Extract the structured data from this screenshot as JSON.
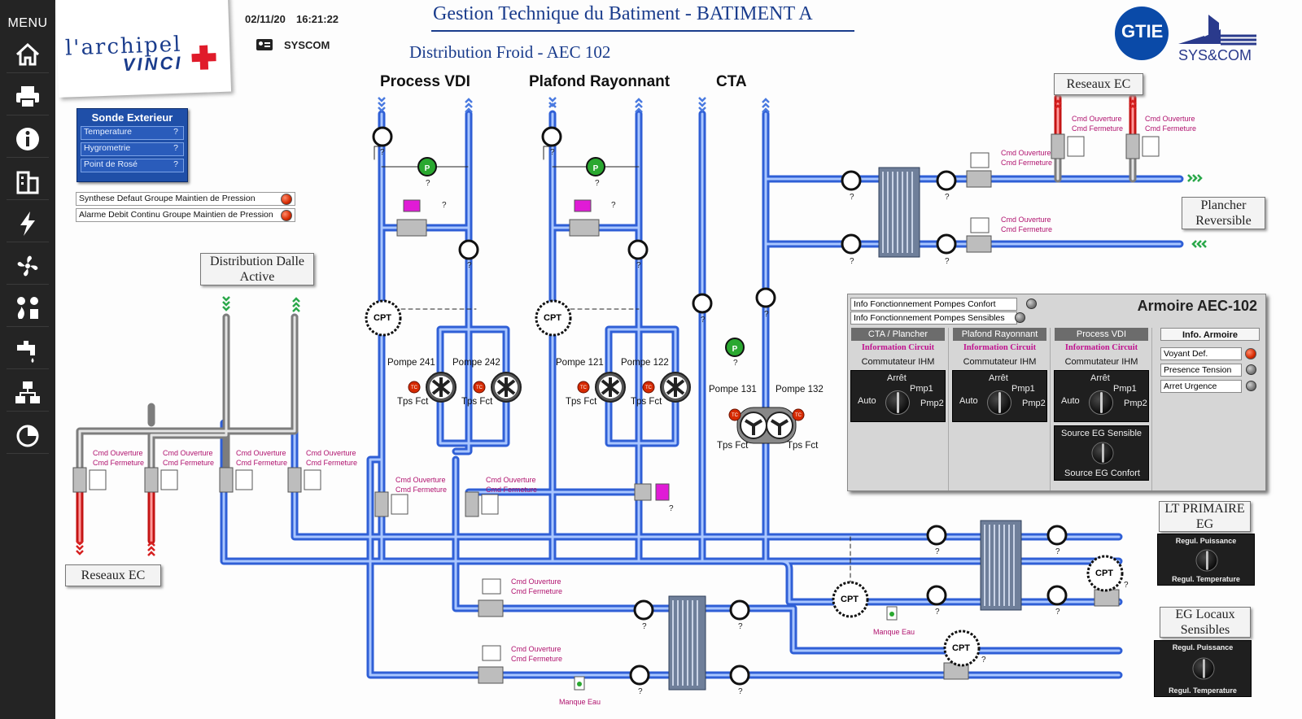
{
  "sidebar": {
    "menu_label": "MENU",
    "items": [
      "home-icon",
      "printer-icon",
      "info-icon",
      "building-icon",
      "lightning-icon",
      "hvac-fan-icon",
      "fire-safety-icon",
      "water-tap-icon",
      "network-icon",
      "chart-icon"
    ]
  },
  "header": {
    "date": "02/11/20",
    "time": "16:21:22",
    "user": "SYSCOM",
    "title": "Gestion Technique du Batiment - BATIMENT A",
    "subtitle": "Distribution Froid - AEC 102",
    "logo_left_line1": "l'archipel",
    "logo_left_line2": "VINCI",
    "logo_right_line1": "GTIE",
    "logo_right_line2": "SYS&COM"
  },
  "sonde": {
    "title": "Sonde Exterieur",
    "rows": [
      {
        "label": "Temperature",
        "value": "?"
      },
      {
        "label": "Hygrometrie",
        "value": "?"
      },
      {
        "label": "Point de Rosé",
        "value": "?"
      }
    ]
  },
  "alarms": [
    "Synthese Defaut Groupe Maintien de Pression",
    "Alarme Debit Continu Groupe Maintien de Pression"
  ],
  "sections": {
    "process_vdi": "Process VDI",
    "plafond": "Plafond Rayonnant",
    "cta": "CTA"
  },
  "boxes": {
    "reseaux_ec_top": "Reseaux EC",
    "plancher": "Plancher Reversible",
    "dalle": "Distribution Dalle Active",
    "reseaux_ec_bottom": "Reseaux EC",
    "lt_primaire": "LT PRIMAIRE EG",
    "eg_locaux": "EG Locaux Sensibles"
  },
  "valve": {
    "cmd_open": "Cmd Ouverture",
    "cmd_close": "Cmd Fermeture"
  },
  "unknown": "?",
  "cpt": "CPT",
  "pumps": {
    "p241": "Pompe 241",
    "p242": "Pompe 242",
    "p121": "Pompe 121",
    "p122": "Pompe 122",
    "p131": "Pompe 131",
    "p132": "Pompe 132",
    "tps": "Tps Fct",
    "tc": "TC"
  },
  "manque_eau": "Manque Eau",
  "armoire": {
    "title": "Armoire AEC-102",
    "info1": "Info Fonctionnement Pompes Confort",
    "info2": "Info Fonctionnement Pompes Sensibles",
    "columns": [
      {
        "header": "CTA / Plancher",
        "info": "Information Circuit",
        "commut": "Commutateur IHM"
      },
      {
        "header": "Plafond Rayonnant",
        "info": "Information Circuit",
        "commut": "Commutateur IHM"
      },
      {
        "header": "Process VDI",
        "info": "Information Circuit",
        "commut": "Commutateur IHM"
      }
    ],
    "switch": {
      "arret": "Arrêt",
      "auto": "Auto",
      "pmp1": "Pmp1",
      "pmp2": "Pmp2"
    },
    "source_top": "Source EG Sensible",
    "source_bottom": "Source EG Confort",
    "info_armoire": {
      "header": "Info. Armoire",
      "rows": [
        "Voyant Def.",
        "Presence Tension",
        "Arret Urgence"
      ]
    }
  },
  "regul": {
    "puissance": "Regul. Puissance",
    "temperature": "Regul. Temperature"
  },
  "colors": {
    "pipe_blue": "#3b6fe0",
    "pipe_grey": "#8c8c8c",
    "pipe_red": "#d62020",
    "header_blue": "#1a3c8c",
    "sonde_blue": "#1f4fa8"
  }
}
